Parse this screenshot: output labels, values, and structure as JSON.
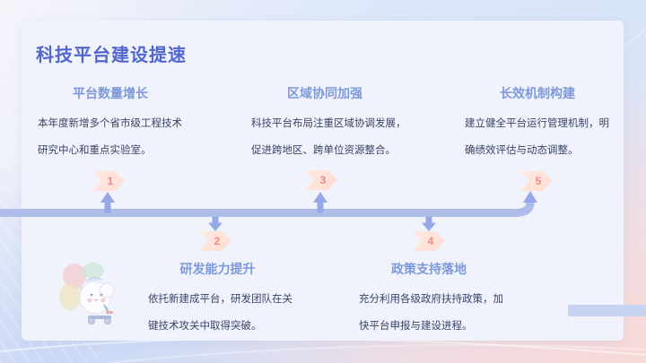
{
  "slide": {
    "title": "科技平台建设提速"
  },
  "sections": {
    "s1": {
      "num": "1",
      "heading": "平台数量增长",
      "line1": "本年度新增多个省市级工程技术",
      "line2": "研究中心和重点实验室。"
    },
    "s2": {
      "num": "2",
      "heading": "研发能力提升",
      "line1": "依托新建成平台，研发团队在关",
      "line2": "键技术攻关中取得突破。"
    },
    "s3": {
      "num": "3",
      "heading": "区域协同加强",
      "line1": "科技平台布局注重区域协调发展，",
      "line2": "促进跨地区、跨单位资源整合。"
    },
    "s4": {
      "num": "4",
      "heading": "政策支持落地",
      "line1": "充分利用各级政府扶持政策，加",
      "line2": "快平台申报与建设进程。"
    },
    "s5": {
      "num": "5",
      "heading": "长效机制构建",
      "line1": "建立健全平台运行管理机制，明",
      "line2": "确绩效评估与动态调整。"
    }
  },
  "colors": {
    "accent-title": "#5166ce",
    "accent-heading": "#7e99db",
    "body-text": "#3b4468",
    "timeline": "#aebcea",
    "arrow": "#96a8e5",
    "badge-bg": "#ffddd4",
    "badge-bg-light": "#ffe9e0",
    "badge-num": "#ee8b7f",
    "card-bg": "#f0f3fb",
    "accent-bar": "#c6d4f1"
  }
}
